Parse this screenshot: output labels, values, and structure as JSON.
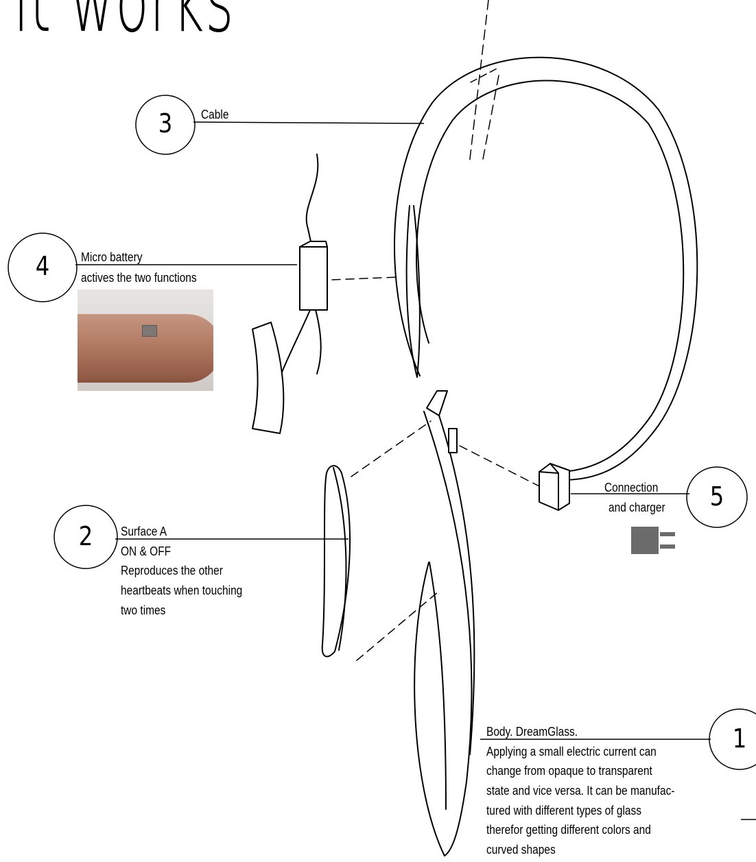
{
  "title": "it works",
  "parts": [
    {
      "number": "3",
      "lines": [
        "Cable"
      ]
    },
    {
      "number": "4",
      "lines": [
        "Micro battery",
        "actives the two functions"
      ]
    },
    {
      "number": "2",
      "lines": [
        "Surface A",
        "ON & OFF",
        "Reproduces the other",
        "heartbeats when touching",
        "two times"
      ]
    },
    {
      "number": "5",
      "lines": [
        "Connection",
        "and charger"
      ]
    },
    {
      "number": "1",
      "lines": [
        "Body. DreamGlass.",
        "Applying a small electric current can",
        "change from opaque to transparent",
        "state and vice versa. It can be manufac-",
        "tured with different types of glass",
        "therefor getting different colors and",
        "curved shapes"
      ]
    }
  ],
  "images": {
    "battery_photo": "micro battery on fingertip",
    "charger_icon": "plug-icon"
  },
  "colors": {
    "ink": "#000000",
    "plug": "#6b6b6b"
  }
}
